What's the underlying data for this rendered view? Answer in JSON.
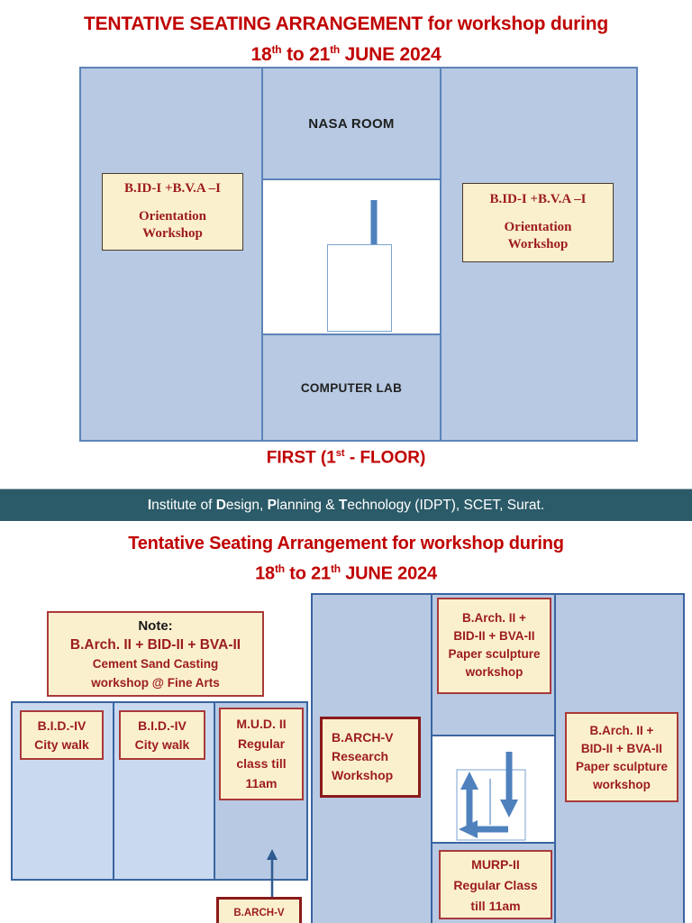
{
  "titles": {
    "top": {
      "line1": "TENTATIVE SEATING ARRANGEMENT for workshop during",
      "d1": "18",
      "sup1": "th",
      "d2": " to 21",
      "sup2": "th",
      "d3": " JUNE 2024"
    },
    "second": {
      "line1": "Tentative Seating Arrangement for workshop during",
      "d1": "18",
      "sup1": "th",
      "d2": " to 21",
      "sup2": "th",
      "d3": " JUNE 2024"
    },
    "floor1": {
      "p1": "FIRST (1",
      "sup": "st",
      "p2": " - FLOOR)"
    }
  },
  "banner": {
    "segments": [
      "I",
      "nstitute of ",
      "D",
      "esign, ",
      "P",
      "lanning & ",
      "T",
      "echnology (IDPT), SCET, Surat."
    ]
  },
  "plan1": {
    "nasa_room": "NASA ROOM",
    "computer_lab": "COMPUTER LAB",
    "left_box": {
      "line1": "B.ID-I +B.V.A –I",
      "line2": "Orientation",
      "line3": "Workshop"
    },
    "right_box": {
      "line1": "B.ID-I +B.V.A –I",
      "line2": "Orientation",
      "line3": "Workshop"
    }
  },
  "plan2": {
    "note": {
      "title": "Note:",
      "line1": "B.Arch. II + BID-II + BVA-II",
      "line2": "Cement Sand Casting",
      "line3": "workshop @ Fine Arts"
    },
    "bid4_a": {
      "line1": "B.I.D.-IV",
      "line2": "City walk"
    },
    "bid4_b": {
      "line1": "B.I.D.-IV",
      "line2": "City walk"
    },
    "mud2": {
      "line1": "M.U.D. II",
      "line2": "Regular",
      "line3": "class till",
      "line4": "11am"
    },
    "research": {
      "line1": "B.ARCH-V",
      "line2": "Research",
      "line3": "Workshop"
    },
    "paper_mid": {
      "line1": "B.Arch. II +",
      "line2": "BID-II + BVA-II",
      "line3": "Paper sculpture",
      "line4": "workshop"
    },
    "paper_right": {
      "line1": "B.Arch. II +",
      "line2": "BID-II + BVA-II",
      "line3": "Paper sculpture",
      "line4": "workshop"
    },
    "murp": {
      "line1": "MURP-II",
      "line2": "Regular Class",
      "line3": "till 11am"
    },
    "barch5": "B.ARCH-V"
  },
  "colors": {
    "title_red": "#C00000",
    "box_text_red": "#9C1C1C",
    "cream_bg": "#FBF0CE",
    "box_border_red": "#AA3939",
    "box_border_dark_red": "#8B1A1A",
    "room_blue": "#B7C9E3",
    "room_blue_light": "#C9DAF0",
    "plan1_border_blue": "#5B84B8",
    "plan2_border_blue": "#3A64A0",
    "arrow_blue": "#4F81BD",
    "navy_arrow": "#2E5A8F",
    "banner_teal": "#2B5A68"
  }
}
